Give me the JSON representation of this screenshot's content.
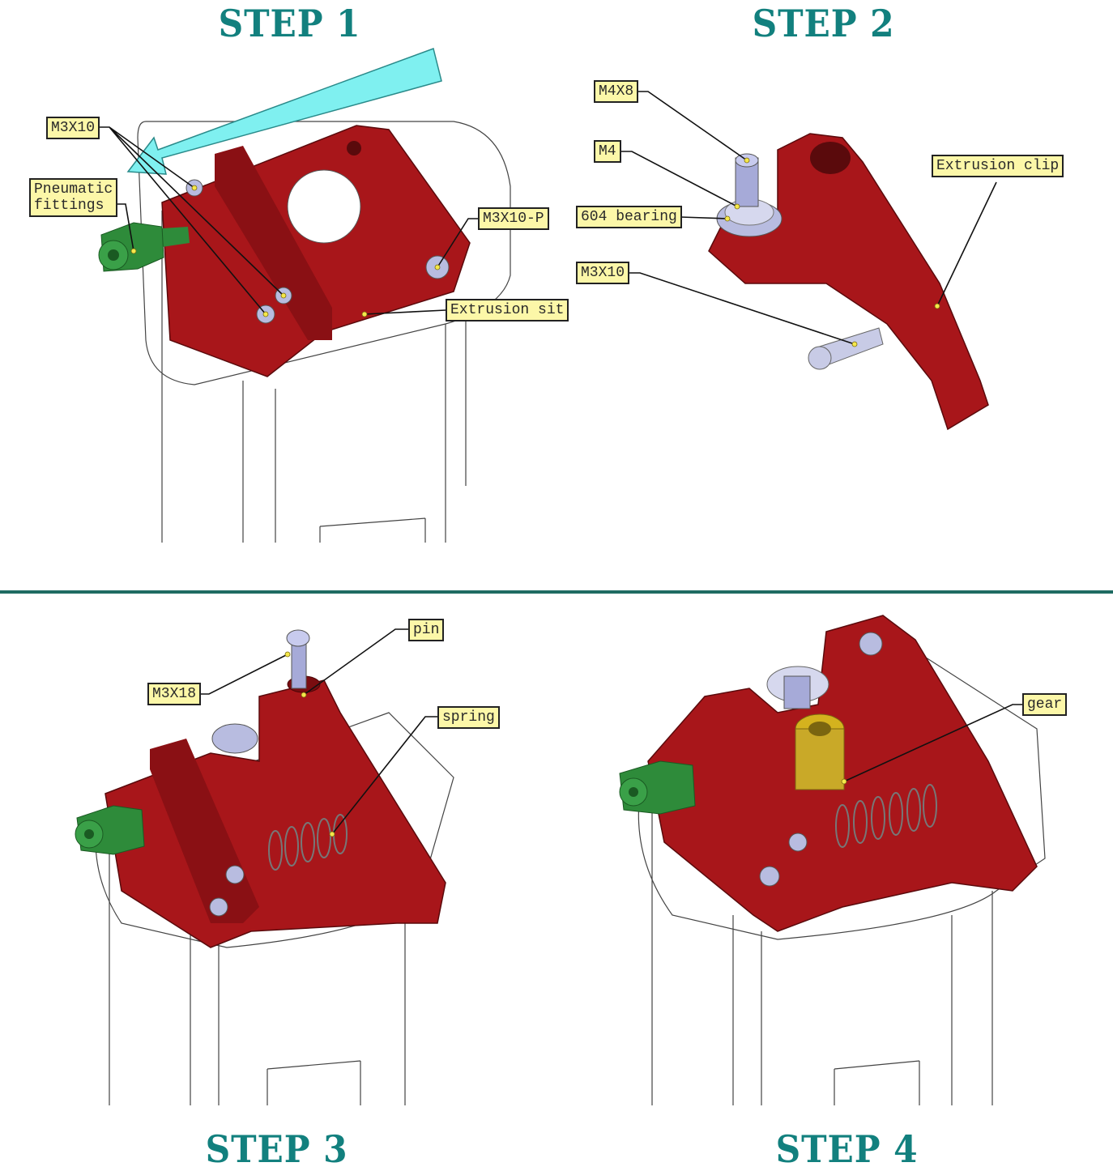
{
  "steps": [
    {
      "id": 1,
      "title": "STEP 1",
      "labels": [
        "M3X10",
        "Pneumatic\nfittings",
        "M3X10-P",
        "Extrusion sit"
      ]
    },
    {
      "id": 2,
      "title": "STEP 2",
      "labels": [
        "M4X8",
        "M4",
        "604 bearing",
        "M3X10",
        "Extrusion clip"
      ]
    },
    {
      "id": 3,
      "title": "STEP 3",
      "labels": [
        "M3X18",
        "pin",
        "spring"
      ]
    },
    {
      "id": 4,
      "title": "STEP 4",
      "labels": [
        "gear"
      ]
    }
  ],
  "colors": {
    "title": "#12807e",
    "divider": "#1e6b62",
    "part_red": "#a8161a",
    "part_red_dark": "#7a0d10",
    "fitting_green": "#2e8b3a",
    "arrow_cyan": "#7ff0f0",
    "label_bg": "#fcf7a8",
    "gear_brass": "#d4b21e",
    "screw_steel": "#b8bce0"
  }
}
